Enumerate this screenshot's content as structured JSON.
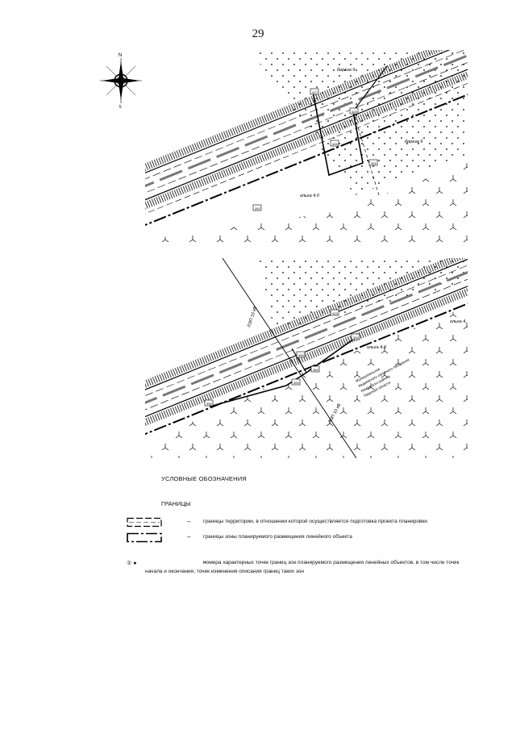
{
  "page": {
    "number": "29"
  },
  "compass": {
    "north": "N",
    "south": "S"
  },
  "map1": {
    "labels": {
      "birch": "береза 9",
      "alder": "ольха 4.0"
    },
    "points": [
      "427",
      "425",
      "426",
      "391",
      "392"
    ]
  },
  "map2": {
    "labels": {
      "power_line": "ЛЭП 10 кВ",
      "alder1": "ольха 4.",
      "alder2": "ольха 4.0"
    },
    "municipality": [
      "Муниципальное",
      "Авдеевского сельского поселения",
      "Каменского района",
      "Тверской области"
    ],
    "points": [
      "423",
      "393",
      "395",
      "389",
      "394",
      "396"
    ]
  },
  "legend": {
    "title": "УСЛОВНЫЕ ОБОЗНАЧЕНИЯ",
    "subtitle": "ГРАНИЦЫ",
    "dash": "–",
    "items": [
      {
        "text": "границы территории, в отношении которой осуществляется подготовка проекта планировки"
      },
      {
        "text": "границы зоны планируемого размещения линейного объекта"
      }
    ],
    "points_symbol": "① ●",
    "points_text": "номера характерных точек границ зон планируемого размещения линейных объектов, в том числе точек начала и окончания, точек изменения описания границ таких зон"
  }
}
